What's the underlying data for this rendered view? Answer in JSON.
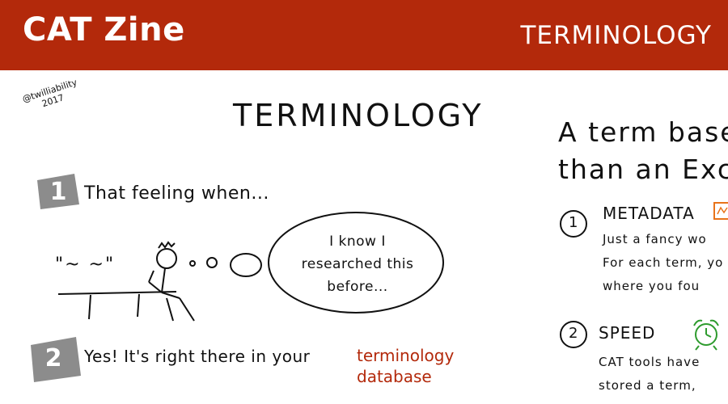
{
  "header": {
    "brand": "CAT Zine",
    "section": "TERMINOLOGY"
  },
  "sketch": {
    "credit": [
      "@twilliability",
      "2017"
    ],
    "title": "TERMINOLOGY",
    "step1": {
      "number": "1",
      "text": "That feeling when..."
    },
    "thought_bubble": [
      "I know I",
      "researched this",
      "before..."
    ],
    "quote": "\"~ ~\"",
    "step2": {
      "number": "2",
      "text": "Yes!  It's right there in your",
      "highlight_line1": "terminology",
      "highlight_line2": "database"
    },
    "right": {
      "title_line1": "A term base",
      "title_line2": "than an Excel",
      "item1": {
        "number": "1",
        "label": "METADATA",
        "lines": [
          "Just a fancy wo",
          "For each term, yo",
          "where you fou"
        ]
      },
      "item2": {
        "number": "2",
        "label": "SPEED",
        "lines": [
          "CAT tools have",
          "stored a term,"
        ]
      }
    },
    "colors": {
      "brand_red": "#b3290b",
      "badge_gray": "#8c8c8c",
      "metadata_orange": "#e8731a",
      "speed_green": "#2e9b2e"
    }
  }
}
